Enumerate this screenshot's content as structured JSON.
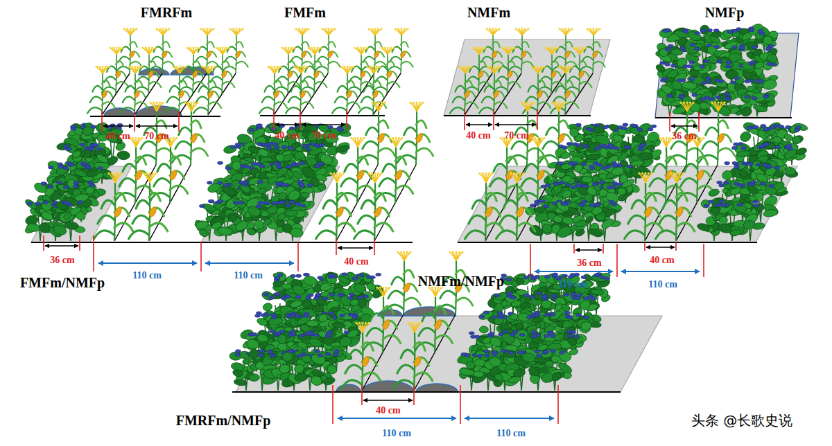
{
  "diagram": {
    "labels": [
      "FMRFm",
      "FMFm",
      "NMFm",
      "NMFp",
      "40 cm",
      "70 cm",
      "40 cm",
      "70 cm",
      "40 cm",
      "70 cm",
      "36 cm",
      "36 cm",
      "110 cm",
      "110 cm",
      "40 cm",
      "FMFm/NMFp",
      "36 cm",
      "40 cm",
      "110 cm",
      "110 cm",
      "NMFm/NMFp",
      "40 cm",
      "110 cm",
      "110 cm",
      "FMRFm/NMFp",
      "头条 @长歌史说"
    ]
  }
}
